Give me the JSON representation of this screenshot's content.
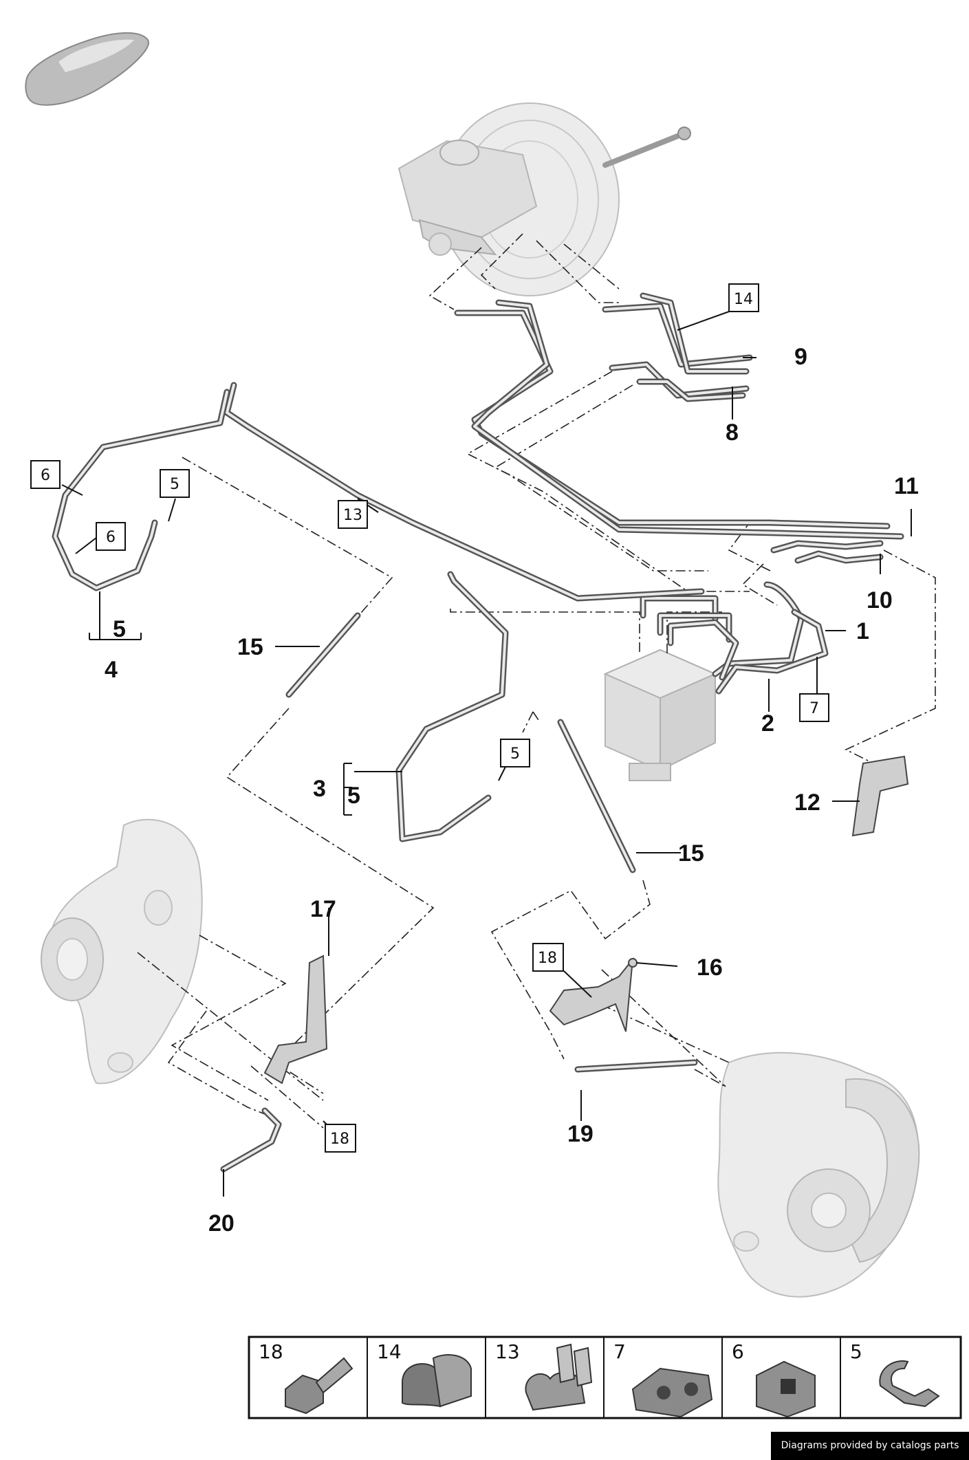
{
  "callouts": [
    "1",
    "2",
    "3",
    "4",
    "5",
    "5",
    "5",
    "8",
    "9",
    "10",
    "11",
    "12",
    "15",
    "15",
    "16",
    "17",
    "19",
    "20"
  ],
  "boxed_callouts": [
    "14",
    "6",
    "5",
    "6",
    "13",
    "5",
    "7",
    "18",
    "18"
  ],
  "legend": [
    {
      "number": "18",
      "icon": "bolt-icon"
    },
    {
      "number": "14",
      "icon": "pipe-clip-icon"
    },
    {
      "number": "13",
      "icon": "double-pipe-clip-icon"
    },
    {
      "number": "7",
      "icon": "twin-line-holder-icon"
    },
    {
      "number": "6",
      "icon": "single-line-holder-icon"
    },
    {
      "number": "5",
      "icon": "hose-clip-icon"
    }
  ],
  "credit": "Diagrams provided by catalogs parts"
}
